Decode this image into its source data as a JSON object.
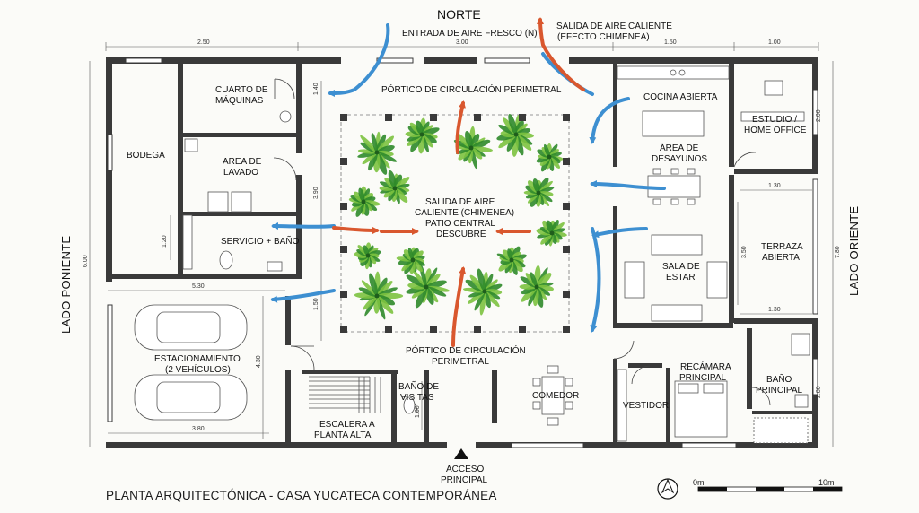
{
  "title": "PLANTA ARQUITECTÓNICA - CASA YUCATECA CONTEMPORÁNEA",
  "orientation": {
    "north": "NORTE",
    "west": "LADO PONIENTE",
    "east": "LADO ORIENTE"
  },
  "airflow": {
    "fresh_air_in": "ENTRADA DE AIRE FRESCO (N)",
    "hot_air_out_line1": "SALIDA DE AIRE CALIENTE",
    "hot_air_out_line2": "(EFECTO CHIMENEA)",
    "patio_out_line1": "SALIDA DE AIRE",
    "patio_out_line2": "CALIENTE (CHIMENEA)"
  },
  "rooms": {
    "cuarto_maquinas_1": "CUARTO DE",
    "cuarto_maquinas_2": "MÁQUINAS",
    "bodega": "BODEGA",
    "lavado_1": "AREA DE",
    "lavado_2": "LAVADO",
    "servicio": "SERVICIO + BAÑO",
    "portico_top": "PÓRTICO DE CIRCULACIÓN PERIMETRAL",
    "portico_bottom_1": "PÓRTICO DE CIRCULACIÓN",
    "portico_bottom_2": "PERIMETRAL",
    "patio_1": "PATIO CENTRAL",
    "patio_2": "DESCUBRE",
    "cocina": "COCINA ABIERTA",
    "desayunos_1": "ÁREA DE",
    "desayunos_2": "DESAYUNOS",
    "estudio_1": "ESTUDIO /",
    "estudio_2": "HOME OFFICE",
    "terraza_1": "TERRAZA",
    "terraza_2": "ABIERTA",
    "sala_1": "SALA DE",
    "sala_2": "ESTAR",
    "estacionamiento_1": "ESTACIONAMIENTO",
    "estacionamiento_2": "(2 VEHÍCULOS)",
    "escalera_1": "ESCALERA A",
    "escalera_2": "PLANTA ALTA",
    "bano_visitas_1": "BAÑO DE",
    "bano_visitas_2": "VISITAS",
    "comedor": "COMEDOR",
    "recamara_1": "RECÁMARA",
    "recamara_2": "PRINCIPAL",
    "vestidor": "VESTIDOR",
    "bano_principal_1": "BAÑO",
    "bano_principal_2": "PRINCIPAL",
    "acceso_1": "ACCESO",
    "acceso_2": "PRINCIPAL"
  },
  "dimensions": {
    "top_1": "2.50",
    "top_2": "3.00",
    "top_3": "1.50",
    "top_4": "1.00",
    "west_total": "6.00",
    "east_total": "7.80",
    "d_140": "1.40",
    "d_390": "3.90",
    "d_150": "1.50",
    "d_120": "1.20",
    "d_530": "5.30",
    "d_430": "4.30",
    "d_380": "3.80",
    "d_100": "1.00",
    "d_200": "2.00",
    "d_130a": "1.30",
    "d_350": "3.50",
    "d_130b": "1.30",
    "d_280": "2.80"
  },
  "scale": {
    "start": "0m",
    "end": "10m"
  },
  "colors": {
    "wall": "#3a3a3a",
    "fresh_air": "#3d8fd1",
    "hot_air": "#d9572e",
    "plant_dark": "#2f8a2a",
    "plant_light": "#7cc23f"
  }
}
